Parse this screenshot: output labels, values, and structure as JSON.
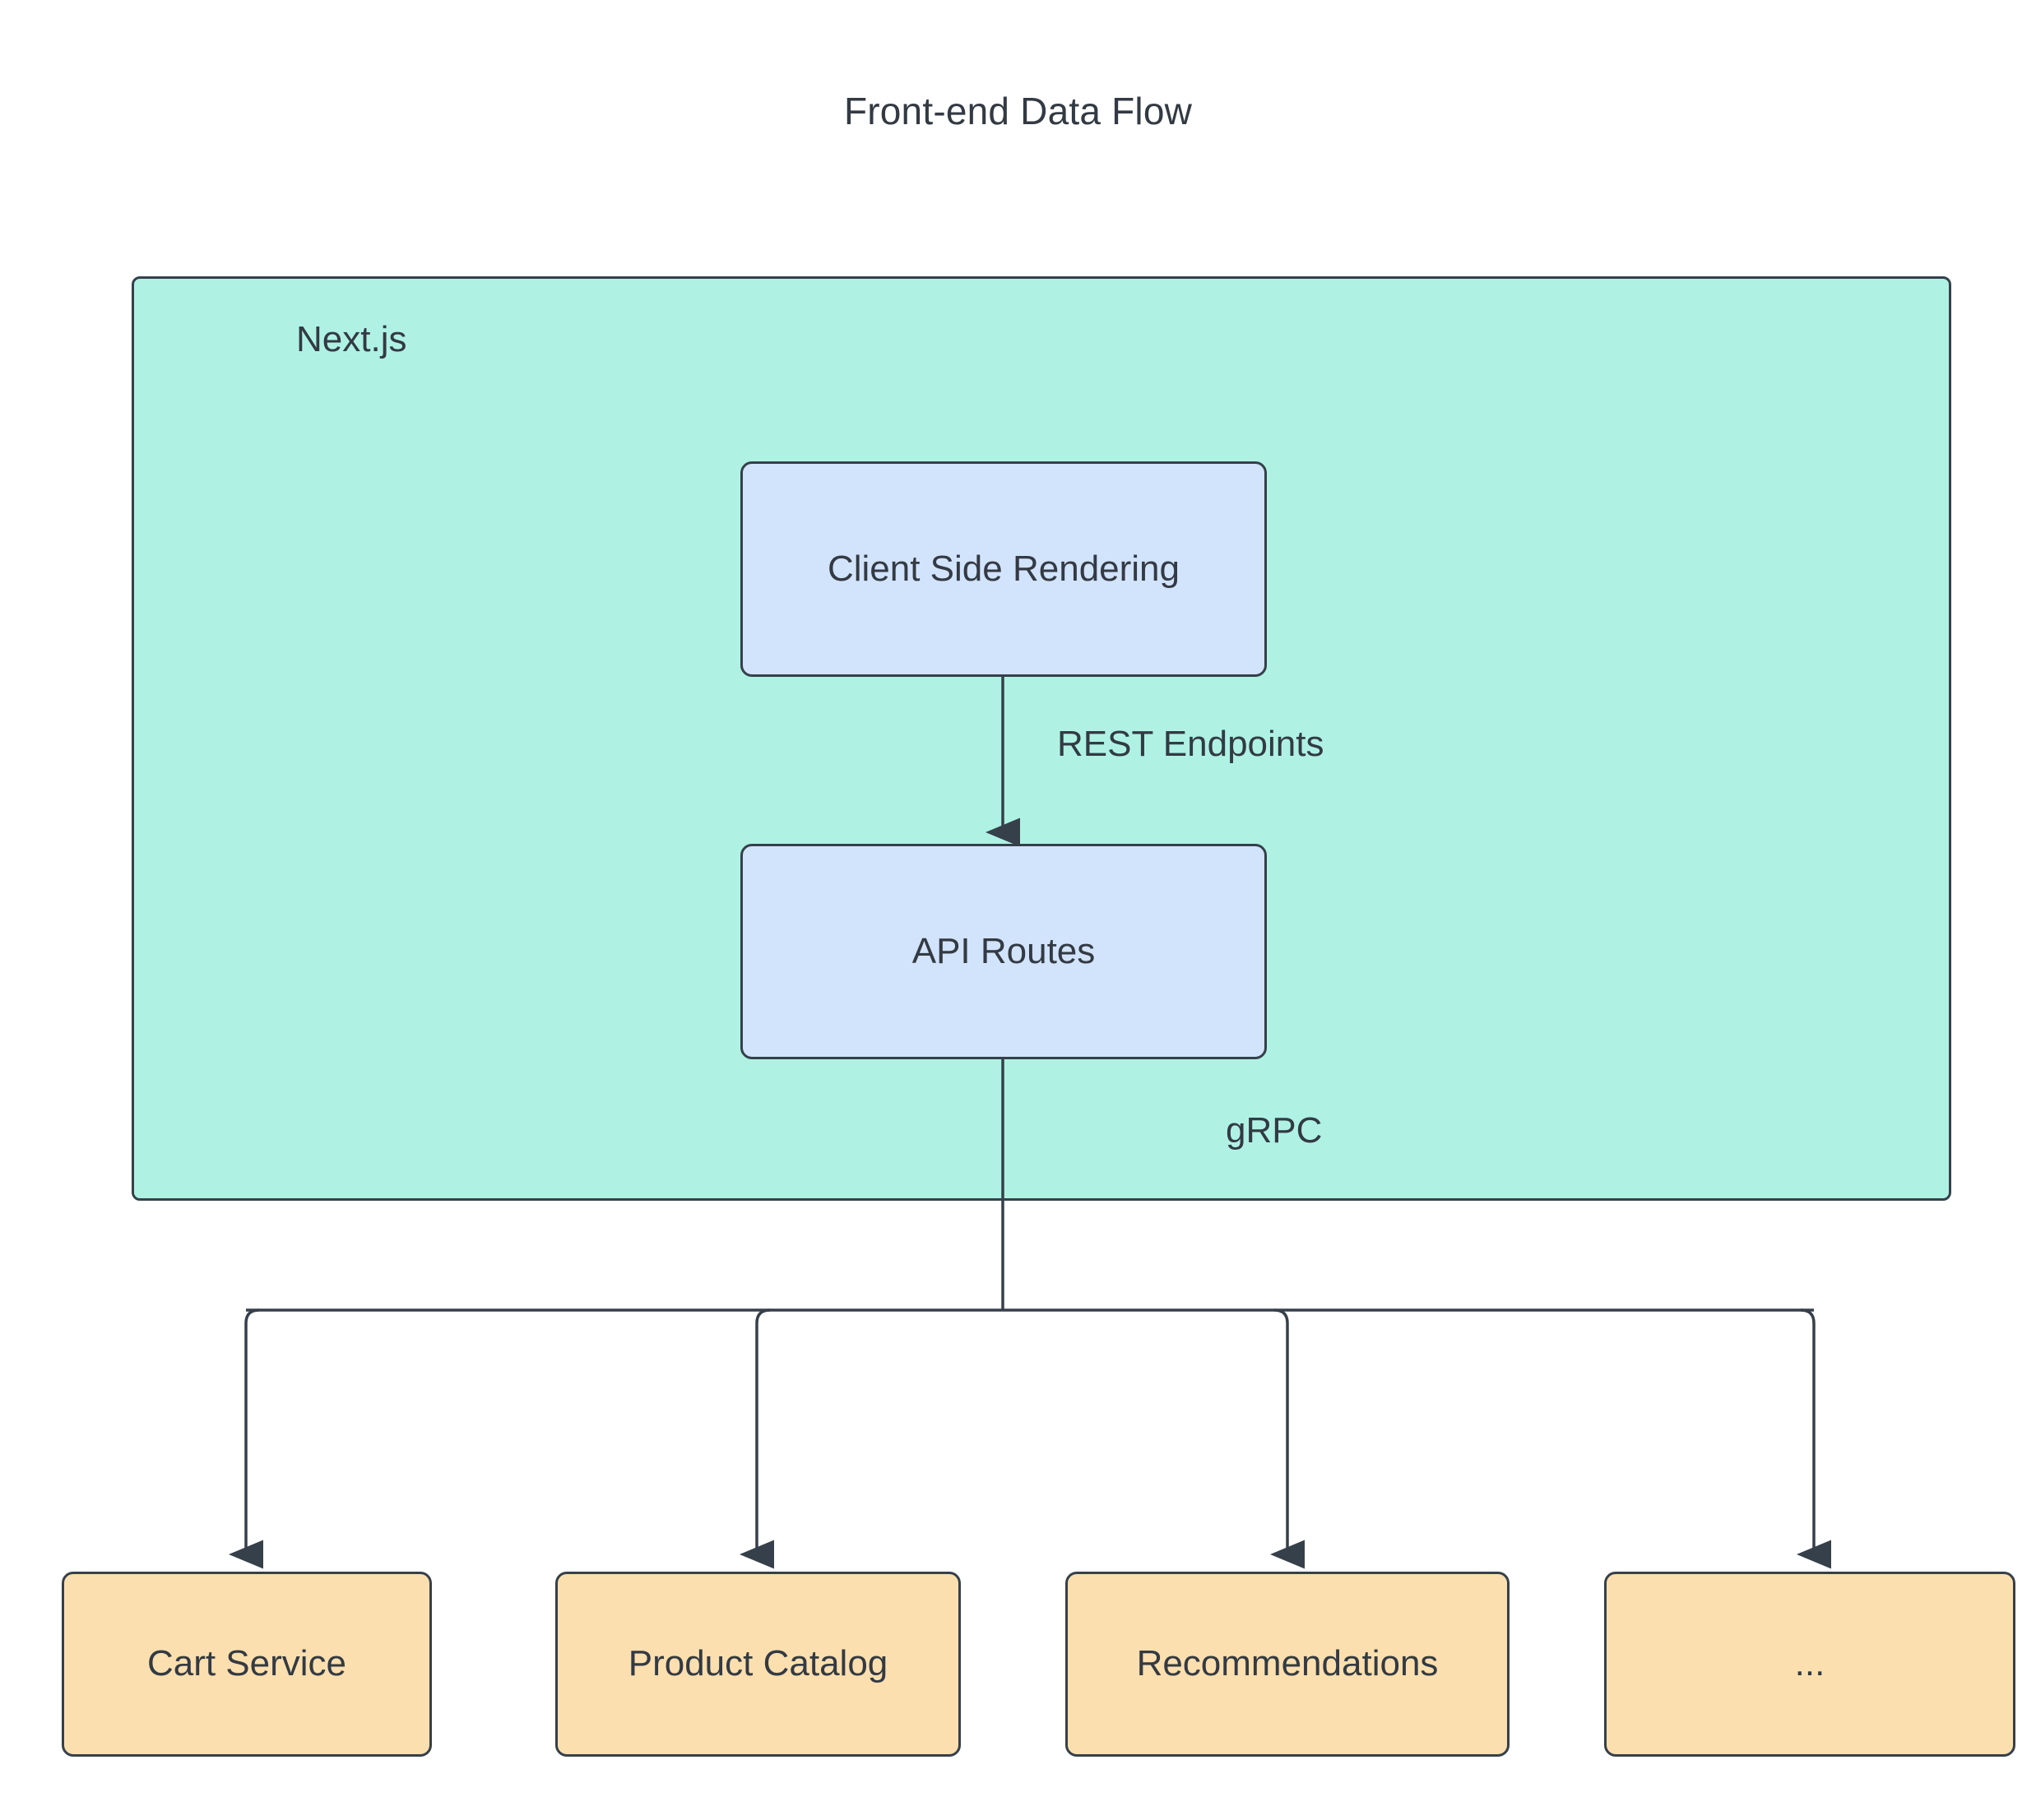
{
  "diagram": {
    "title": "Front-end Data Flow",
    "type": "flowchart",
    "direction": "top-down",
    "colors": {
      "subgraph_fill": "#aff2e4",
      "process_fill": "#d2e3fc",
      "service_fill": "#fbdfae",
      "stroke": "#36404a",
      "text": "#333a43",
      "background": "#ffffff"
    },
    "subgraphs": [
      {
        "id": "nextjs",
        "label": "Next.js",
        "contains": [
          "csr",
          "api-routes"
        ]
      }
    ],
    "nodes": [
      {
        "id": "csr",
        "label": "Client Side Rendering",
        "shape": "rounded-rect",
        "group": "process"
      },
      {
        "id": "api-routes",
        "label": "API Routes",
        "shape": "rounded-rect",
        "group": "process"
      },
      {
        "id": "cart",
        "label": "Cart Service",
        "shape": "rounded-rect",
        "group": "service"
      },
      {
        "id": "catalog",
        "label": "Product Catalog",
        "shape": "rounded-rect",
        "group": "service"
      },
      {
        "id": "recommendations",
        "label": "Recommendations",
        "shape": "rounded-rect",
        "group": "service"
      },
      {
        "id": "more",
        "label": "...",
        "shape": "rounded-rect",
        "group": "service"
      }
    ],
    "edges": [
      {
        "from": "csr",
        "to": "api-routes",
        "label": "REST Endpoints",
        "arrow": "end"
      },
      {
        "from": "api-routes",
        "to": "cart",
        "label": "gRPC",
        "arrow": "end"
      },
      {
        "from": "api-routes",
        "to": "catalog",
        "label": "gRPC",
        "arrow": "end"
      },
      {
        "from": "api-routes",
        "to": "recommendations",
        "label": "gRPC",
        "arrow": "end"
      },
      {
        "from": "api-routes",
        "to": "more",
        "label": "gRPC",
        "arrow": "end"
      }
    ],
    "edge_labels": {
      "rest": "REST Endpoints",
      "grpc": "gRPC"
    }
  }
}
